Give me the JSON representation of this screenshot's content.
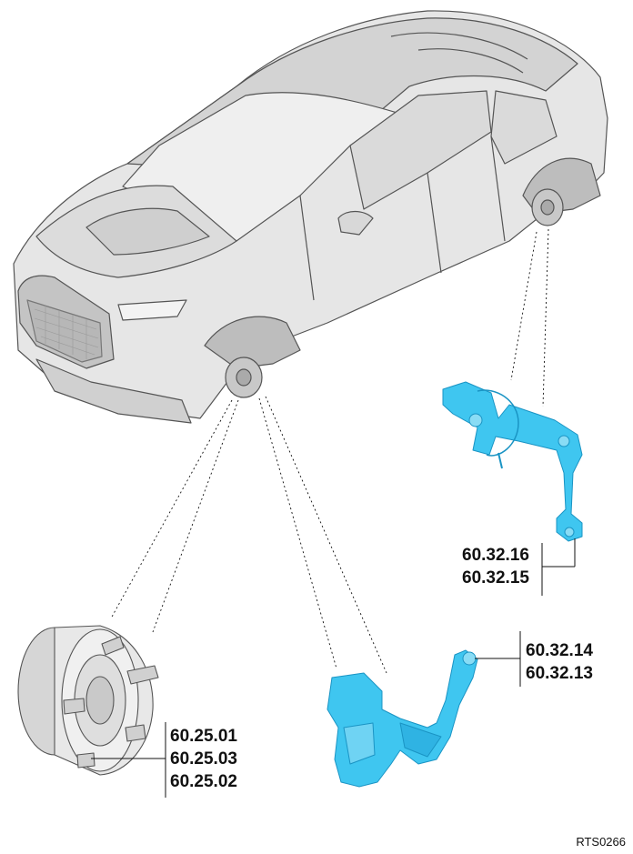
{
  "figure": {
    "reference": "RTS0266",
    "colors": {
      "vehicle_fill": "#e6e6e6",
      "vehicle_line": "#555555",
      "component": "#3fc6f0",
      "component_dark": "#1a94c4",
      "line": "#111111"
    }
  },
  "callouts": {
    "rear_sensor": [
      "60.32.16",
      "60.32.15"
    ],
    "front_sensor": [
      "60.32.14",
      "60.32.13"
    ],
    "wheel_hub": [
      "60.25.01",
      "60.25.03",
      "60.25.02"
    ]
  },
  "icons": {
    "vehicle": "car-illustration-icon",
    "rear_sensor": "rear-height-sensor-icon",
    "front_sensor": "front-height-sensor-icon",
    "hub": "wheel-hub-icon"
  }
}
